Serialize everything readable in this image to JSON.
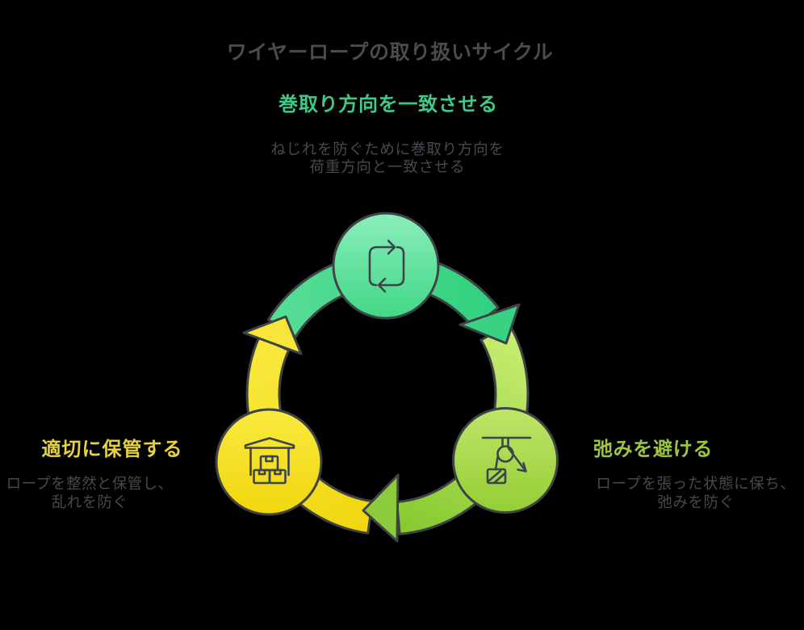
{
  "title": "ワイヤーロープの取り扱いサイクル",
  "diagram_type": "cycle",
  "steps": [
    {
      "name": "match-winding-direction",
      "position": "top",
      "heading": "巻取り方向を一致させる",
      "description_line1": "ねじれを防ぐために巻取り方向を",
      "description_line2": "荷重方向と一致させる",
      "icon": "repeat-icon",
      "accent_color": "#3ecb87"
    },
    {
      "name": "avoid-slack",
      "position": "bottom-right",
      "heading": "弛みを避ける",
      "description_line1": "ロープを張った状態に保ち、",
      "description_line2": "弛みを防ぐ",
      "icon": "pulley-icon",
      "accent_color": "#9dc53f"
    },
    {
      "name": "store-properly",
      "position": "bottom-left",
      "heading": "適切に保管する",
      "description_line1": "ロープを整然と保管し、",
      "description_line2": "乱れを防ぐ",
      "icon": "warehouse-icon",
      "accent_color": "#e6d13e"
    }
  ],
  "colors": {
    "background": "#000000",
    "title_text": "#484c51",
    "body_text": "#46494e",
    "outline": "#3e4347",
    "icon_stroke": "#3c454a",
    "arc_step1_gradient": [
      "#55dd95",
      "#2ed07d"
    ],
    "arc_step2_gradient": [
      "#cbee72",
      "#86c930"
    ],
    "arc_step3_gradient": [
      "#f1d60e",
      "#f9e93f"
    ],
    "node_step1_gradient": [
      "#8beebb",
      "#41d787"
    ],
    "node_step2_gradient": [
      "#bfe56a",
      "#94ce33"
    ],
    "node_step3_gradient": [
      "#f9ea41",
      "#f1d60b"
    ]
  }
}
